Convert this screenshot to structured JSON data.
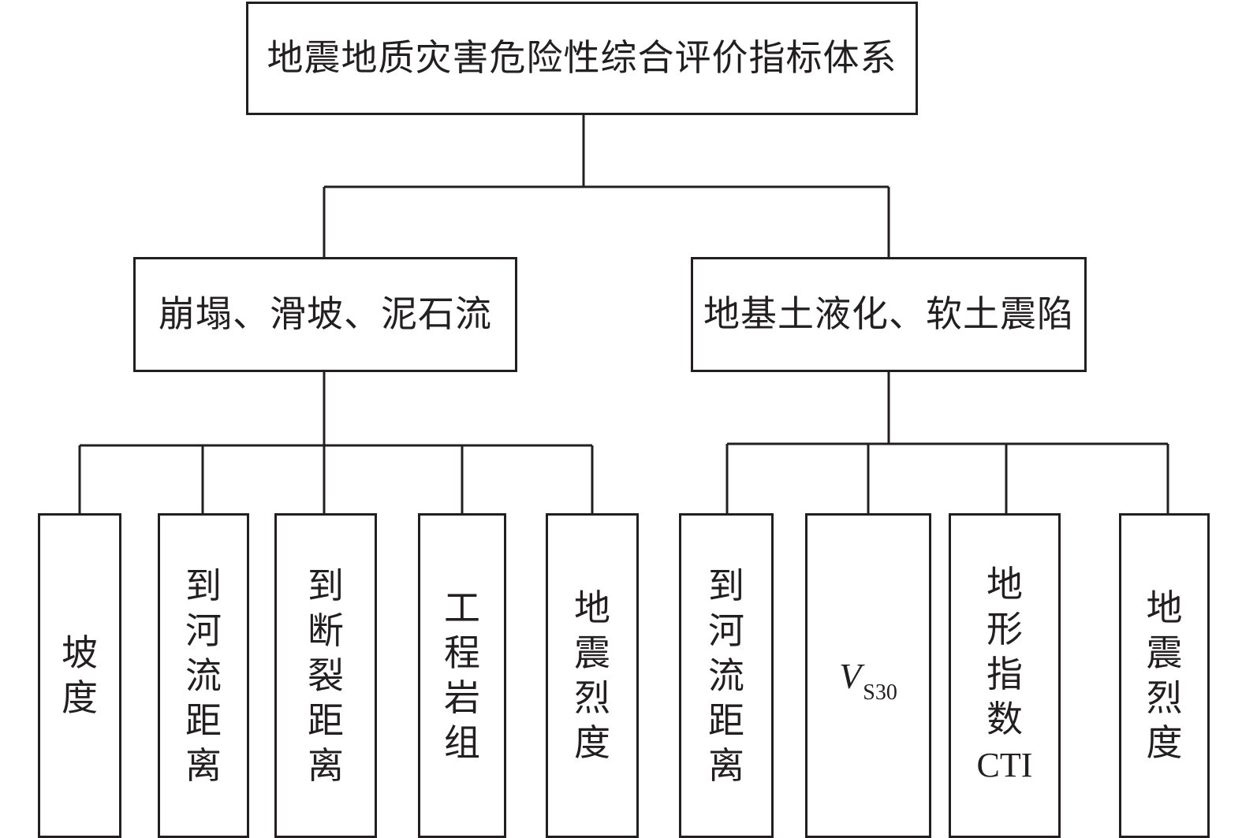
{
  "root": {
    "label": "地震地质灾害危险性综合评价指标体系"
  },
  "branches": [
    {
      "label": "崩塌、滑坡、泥石流",
      "indicators": [
        {
          "chars": [
            "坡",
            "度"
          ]
        },
        {
          "chars": [
            "到",
            "河",
            "流",
            "距",
            "离"
          ]
        },
        {
          "chars": [
            "到",
            "断",
            "裂",
            "距",
            "离"
          ]
        },
        {
          "chars": [
            "工",
            "程",
            "岩",
            "组"
          ]
        },
        {
          "chars": [
            "地",
            "震",
            "烈",
            "度"
          ]
        }
      ]
    },
    {
      "label": "地基土液化、软土震陷",
      "indicators": [
        {
          "chars": [
            "到",
            "河",
            "流",
            "距",
            "离"
          ]
        },
        {
          "symbol": "V",
          "subscript": "S30"
        },
        {
          "chars": [
            "地",
            "形",
            "指",
            "数"
          ],
          "latin": "CTI"
        },
        {
          "chars": [
            "地",
            "震",
            "烈",
            "度"
          ]
        }
      ]
    }
  ]
}
